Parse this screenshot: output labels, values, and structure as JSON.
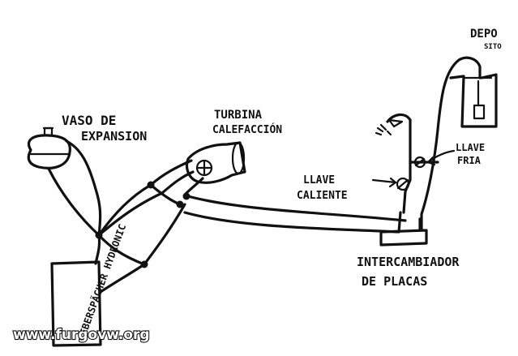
{
  "labels": {
    "vaso_line1": "VASO DE",
    "vaso_line2": "EXPANSION",
    "turbina_line1": "TURBINA",
    "turbina_line2": "CALEFACCIÓN",
    "deposito_line1": "DEPO",
    "deposito_line2": "SITO",
    "llave_fria_line1": "LLAVE",
    "llave_fria_line2": "FRIA",
    "llave_caliente_line1": "LLAVE",
    "llave_caliente_line2": "CALIENTE",
    "intercambiador_line1": "INTERCAMBIADOR",
    "intercambiador_line2": "DE PLACAS",
    "heater_label": "EBERSPÄCHER HYDRONIC"
  },
  "watermark": "www.furgovw.org",
  "colors": {
    "ink": "#111111",
    "background": "#ffffff"
  }
}
